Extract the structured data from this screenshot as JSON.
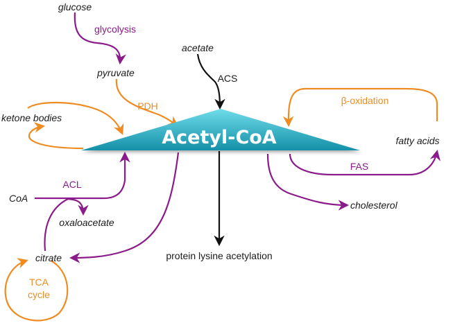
{
  "center": {
    "label": "Acetyl-CoA"
  },
  "metabolites": {
    "glucose": "glucose",
    "pyruvate": "pyruvate",
    "acetate": "acetate",
    "ketone_bodies": "ketone bodies",
    "fatty_acids": "fatty acids",
    "coa": "CoA",
    "oxaloacetate": "oxaloacetate",
    "citrate": "citrate",
    "cholesterol": "cholesterol"
  },
  "processes": {
    "glycolysis": "glycolysis",
    "pdh": "PDH",
    "acs": "ACS",
    "beta_oxidation": "β-oxidation",
    "fas": "FAS",
    "acl": "ACL",
    "tca_line1": "TCA",
    "tca_line2": "cycle",
    "protein_acetylation": "protein lysine acetylation"
  },
  "colors": {
    "purple": "#8b1a8b",
    "orange": "#ee8c22",
    "black": "#111111",
    "teal_light": "#5fd3e3",
    "teal_dark": "#1597ad"
  }
}
